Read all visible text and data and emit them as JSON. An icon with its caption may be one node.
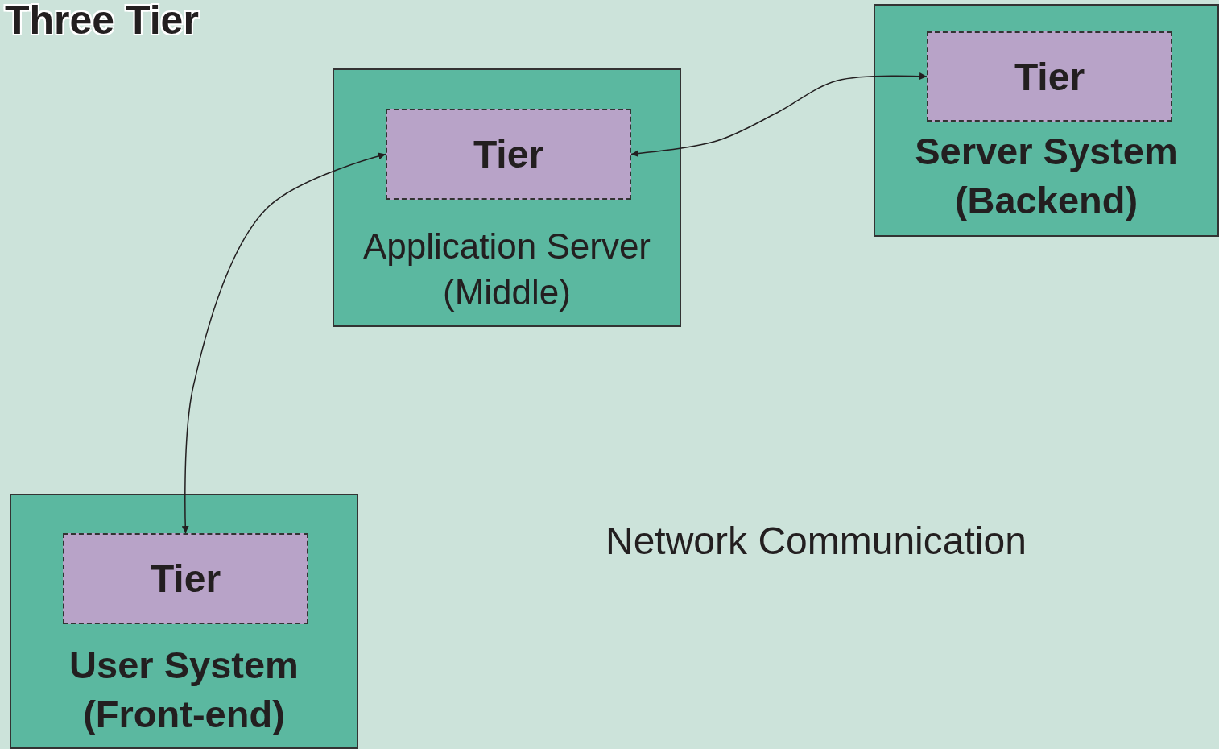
{
  "diagram": {
    "title": "Three Tier",
    "nodes": [
      {
        "text": [
          "Application Server (Middle)"
        ]
      },
      {
        "text": [
          "Tier"
        ],
        "in": 0
      },
      {
        "text": [
          "Server System (Backend)"
        ]
      },
      {
        "text": [
          "Tier"
        ],
        "in": 2
      },
      {
        "text": [
          "User System (Front-end)"
        ]
      },
      {
        "text": [
          "Tier"
        ],
        "in": 4
      }
    ],
    "edges": [
      {
        "from": 1,
        "to": 3,
        "arrow": "both"
      },
      {
        "from": 1,
        "to": 5,
        "arrow": "both"
      }
    ],
    "labels": [
      "Network Communication"
    ]
  }
}
